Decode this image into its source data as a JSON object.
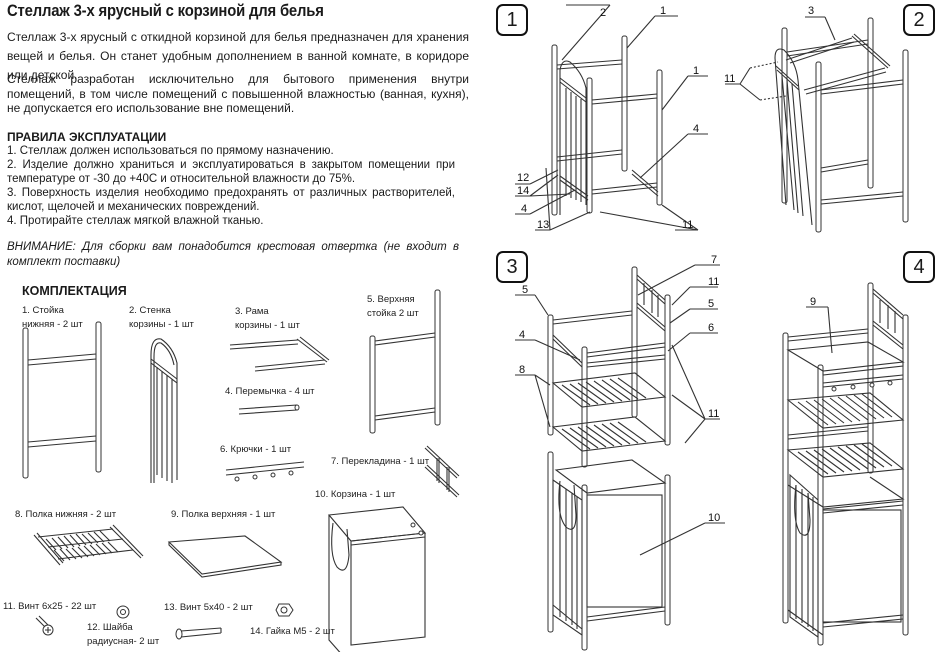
{
  "document": {
    "title": "Стеллаж 3-х ярусный с корзиной для белья",
    "intro": "Стеллаж 3-х ярусный с откидной корзиной для белья предназначен для хранения вещей и белья. Он станет удобным дополнением в ванной комнате, в коридоре или детской.",
    "usage_note": "Стеллаж разработан исключительно для бытового применения внутри помещений, в том числе помещений с повышенной влажностью (ванная, кухня), не допускается его использование вне помещений.",
    "rules_heading": "ПРАВИЛА ЭКСПЛУАТАЦИИ",
    "rules": [
      "1. Стеллаж должен использоваться по прямому назначению.",
      "2. Изделие должно храниться и эксплуатироваться в закрытом помещении при  температуре от -30 до +40С и относительной влажности до 75%.",
      "3. Поверхность изделия необходимо предохранять от различных растворителей, кислот, щелочей и механических повреждений.",
      "4. Протирайте стеллаж мягкой влажной тканью."
    ],
    "warning": "ВНИМАНИЕ: Для сборки вам понадобится крестовая отвертка (не входит в комплект поставки)",
    "kit_heading": "КОМПЛЕКТАЦИЯ"
  },
  "parts": [
    {
      "number": 1,
      "line1": "1. Стойка",
      "line2": "нижняя - 2 шт"
    },
    {
      "number": 2,
      "line1": "2. Стенка",
      "line2": "корзины - 1 шт"
    },
    {
      "number": 3,
      "line1": "3. Рама",
      "line2": "корзины - 1 шт"
    },
    {
      "number": 4,
      "line1": "4. Перемычка - 4 шт",
      "line2": ""
    },
    {
      "number": 5,
      "line1": "5. Верхняя",
      "line2": "стойка 2 шт"
    },
    {
      "number": 6,
      "line1": "6. Крючки - 1 шт",
      "line2": ""
    },
    {
      "number": 7,
      "line1": "7. Перекладина - 1 шт",
      "line2": ""
    },
    {
      "number": 8,
      "line1": "8. Полка нижняя - 2 шт",
      "line2": ""
    },
    {
      "number": 9,
      "line1": "9. Полка верхняя - 1 шт",
      "line2": ""
    },
    {
      "number": 10,
      "line1": "10. Корзина - 1 шт",
      "line2": ""
    },
    {
      "number": 11,
      "line1": "11. Винт 6х25 - 22 шт",
      "line2": ""
    },
    {
      "number": 12,
      "line1": "12. Шайба",
      "line2": "радиусная- 2 шт"
    },
    {
      "number": 13,
      "line1": "13. Винт 5х40 - 2 шт",
      "line2": ""
    },
    {
      "number": 14,
      "line1": "14. Гайка М5 - 2 шт",
      "line2": ""
    }
  ],
  "steps": [
    {
      "number": "1",
      "callouts": [
        "2",
        "1",
        "1",
        "4",
        "12",
        "14",
        "4",
        "13",
        "11"
      ]
    },
    {
      "number": "2",
      "callouts": [
        "3",
        "11"
      ]
    },
    {
      "number": "3",
      "callouts": [
        "7",
        "11",
        "5",
        "5",
        "6",
        "4",
        "8",
        "11",
        "10"
      ]
    },
    {
      "number": "4",
      "callouts": [
        "9"
      ]
    }
  ]
}
